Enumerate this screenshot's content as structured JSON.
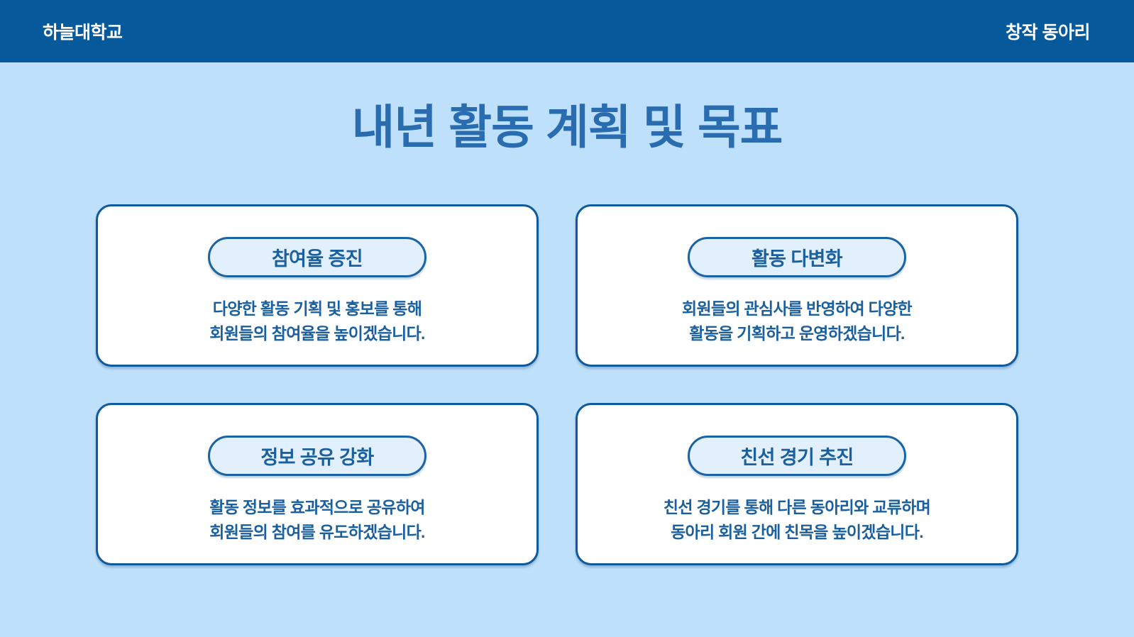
{
  "theme": {
    "header_bg": "#065a9c",
    "page_bg": "#bfe0fa",
    "title_color": "#2a6cb0",
    "card_bg": "#ffffff",
    "card_border": "#0d5a9c",
    "pill_bg": "#e2f0fd",
    "pill_border": "#1a64a6",
    "text_color": "#1a5f9e",
    "header_text_color": "#ffffff"
  },
  "header": {
    "brand": "하늘대학교",
    "label": "창작 동아리"
  },
  "main": {
    "title": "내년 활동 계획 및 목표",
    "cards": [
      {
        "pill": "참여율 증진",
        "desc": "다양한 활동 기획 및 홍보를 통해\n회원들의 참여율을 높이겠습니다."
      },
      {
        "pill": "활동 다변화",
        "desc": "회원들의 관심사를 반영하여 다양한\n활동을 기획하고 운영하겠습니다."
      },
      {
        "pill": "정보 공유 강화",
        "desc": "활동 정보를 효과적으로 공유하여\n회원들의 참여를 유도하겠습니다."
      },
      {
        "pill": "친선 경기 추진",
        "desc": "친선 경기를 통해 다른 동아리와 교류하며\n동아리 회원 간에 친목을 높이겠습니다."
      }
    ]
  }
}
